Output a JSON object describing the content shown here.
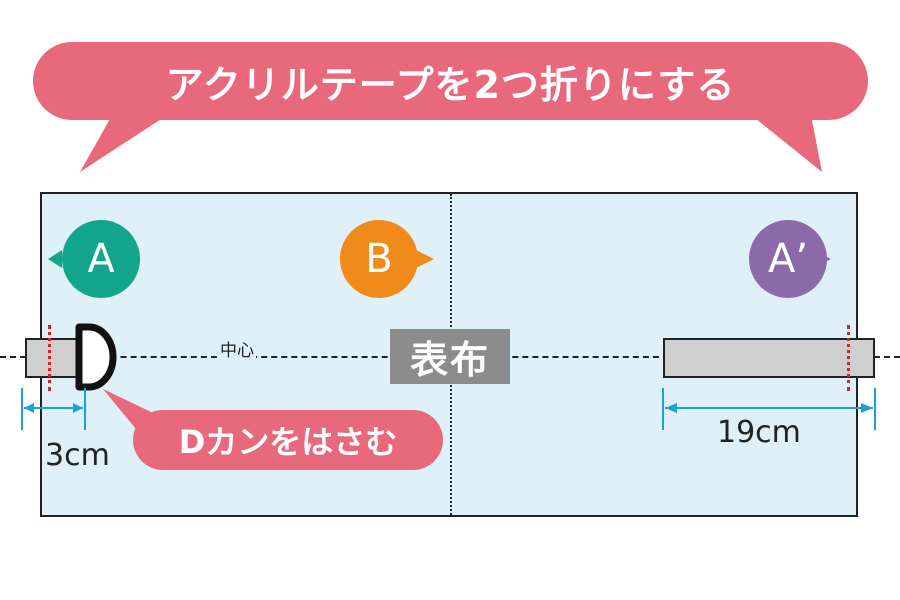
{
  "title": "アクリルテープを2つ折りにする",
  "fabric_label": "表布",
  "center_label": "中心",
  "markers": {
    "a": "A",
    "b": "B",
    "a_prime": "A’"
  },
  "measurements": {
    "left": "3cm",
    "right": "19cm"
  },
  "callout": "Dカンをはさむ",
  "colors": {
    "pink": "#e8697c",
    "fabric": "#dff0f9",
    "tape": "#cfcfcf",
    "label_gray": "#8c8c8c",
    "marker_a": "#13a58b",
    "marker_b": "#f08a1a",
    "marker_a_prime": "#8a6aa8",
    "dimension": "#1aa3d8",
    "stitch": "#e02020"
  }
}
